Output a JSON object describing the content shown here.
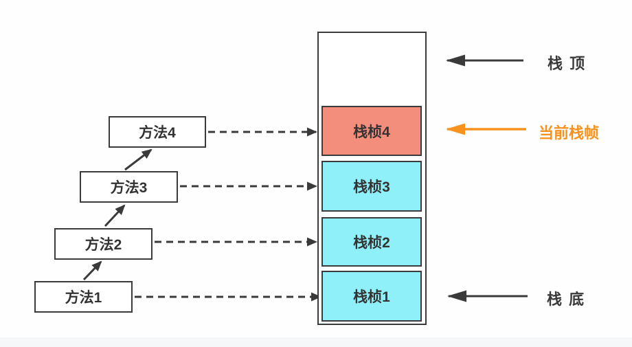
{
  "diagram": {
    "description": "JVM stack frames diagram",
    "methods": [
      {
        "label": "方法1"
      },
      {
        "label": "方法2"
      },
      {
        "label": "方法3"
      },
      {
        "label": "方法4"
      }
    ],
    "stack": {
      "frames": [
        {
          "label": "栈桢1",
          "state": "normal"
        },
        {
          "label": "栈桢2",
          "state": "normal"
        },
        {
          "label": "栈桢3",
          "state": "normal"
        },
        {
          "label": "栈桢4",
          "state": "current"
        }
      ]
    },
    "annotations": {
      "stack_top": "栈 顶",
      "current_frame": "当前栈帧",
      "stack_bottom": "栈 底"
    }
  },
  "colors": {
    "line-dark": "#3a3a3a",
    "text-dark": "#333333",
    "frame-cyan": "#90f0fa",
    "frame-salmon": "#f38d7c",
    "accent-orange": "#f7921e",
    "bg": "#fefefe"
  }
}
